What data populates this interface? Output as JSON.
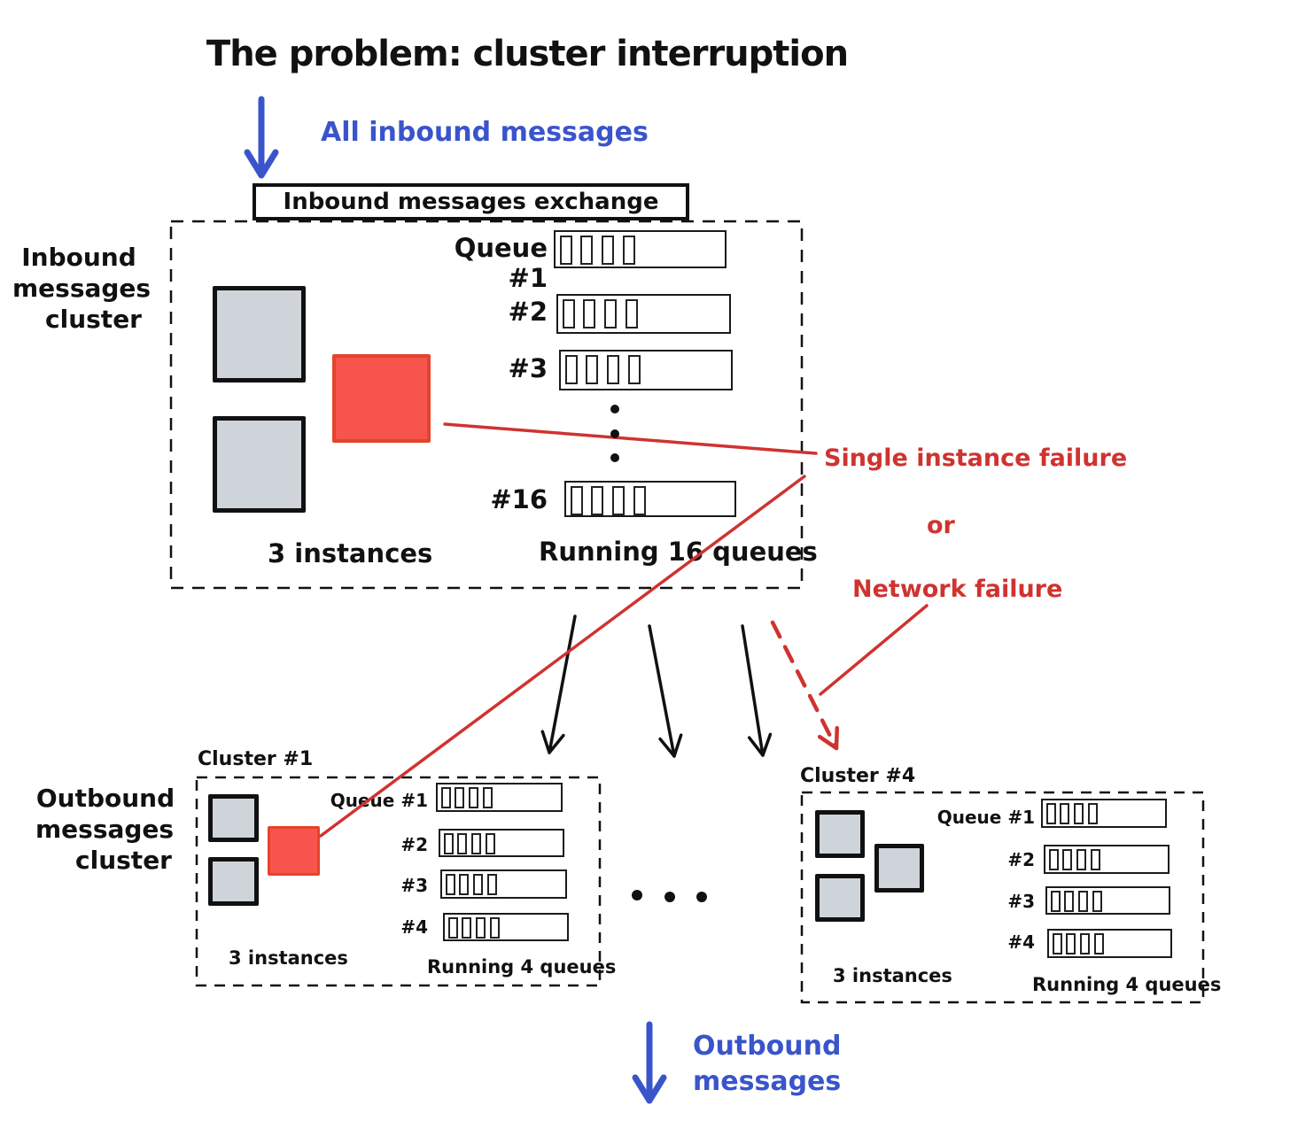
{
  "title": "The problem: cluster interruption",
  "colors": {
    "blue": "#3a54cc",
    "red": "#cf3330",
    "red-fill": "#f8544e",
    "red-border": "#e5432c",
    "gray-fill": "#cfd4da",
    "ink": "#111111"
  },
  "top_flow": {
    "label": "All inbound messages"
  },
  "exchange": {
    "label": "Inbound messages exchange"
  },
  "inbound_cluster": {
    "side_label": {
      "line1": "Inbound",
      "line2": "messages",
      "line3": "cluster"
    },
    "queues": [
      "Queue #1",
      "#2",
      "#3",
      "#16"
    ],
    "instances_label": "3 instances",
    "queues_label": "Running 16 queues"
  },
  "failure_notes": {
    "single_instance": "Single instance failure",
    "conjunction": "or",
    "network": "Network failure"
  },
  "outbound_section": {
    "side_label": {
      "line1": "Outbound",
      "line2": "messages",
      "line3": "cluster"
    }
  },
  "cluster_1": {
    "title": "Cluster #1",
    "queues": [
      "Queue #1",
      "#2",
      "#3",
      "#4"
    ],
    "instances_label": "3 instances",
    "queues_label": "Running 4 queues"
  },
  "cluster_4": {
    "title": "Cluster #4",
    "queues": [
      "Queue #1",
      "#2",
      "#3",
      "#4"
    ],
    "instances_label": "3 instances",
    "queues_label": "Running 4 queues"
  },
  "bottom_flow": {
    "label_line1": "Outbound",
    "label_line2": "messages"
  }
}
